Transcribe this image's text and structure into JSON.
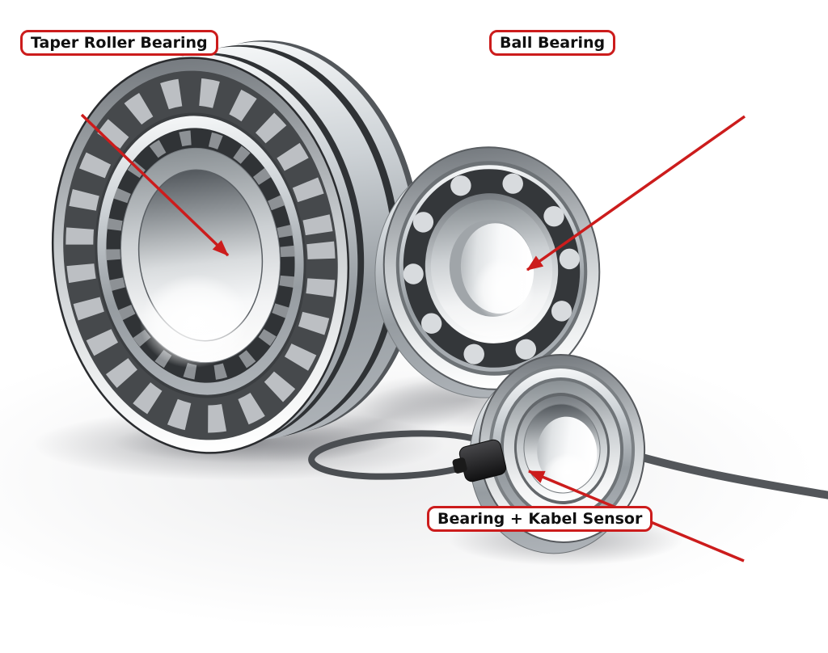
{
  "colors": {
    "accent": "#cc1c1c",
    "label_text": "#101010",
    "label_background": "#ffffff",
    "cable": "#4b4e52",
    "background": "#ffffff"
  },
  "callouts": [
    {
      "id": "taper",
      "text": "Taper Roller Bearing"
    },
    {
      "id": "ball",
      "text": "Ball Bearing"
    },
    {
      "id": "sensor",
      "text": "Bearing + Kabel Sensor"
    }
  ]
}
